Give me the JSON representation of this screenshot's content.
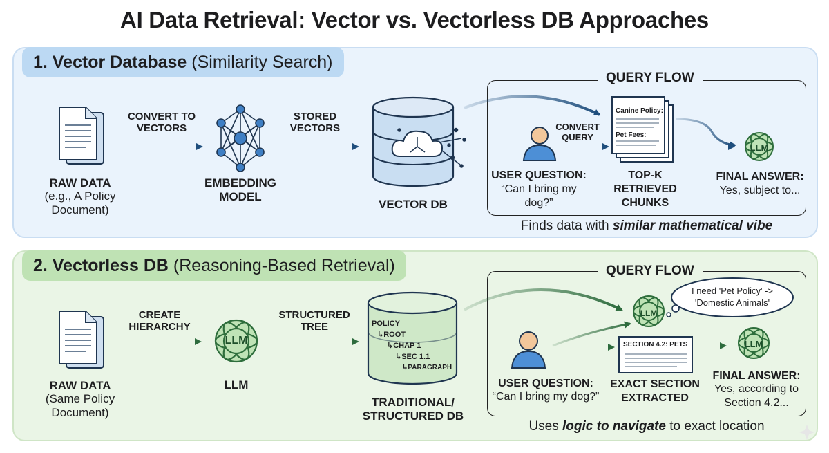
{
  "title": "AI Data Retrieval: Vector vs. Vectorless DB Approaches",
  "vector": {
    "label_bold": "1. Vector Database",
    "label_rest": "(Similarity Search)",
    "raw_data_title": "RAW DATA",
    "raw_data_sub": "(e.g., A Policy Document)",
    "arrow1_label": "CONVERT TO VECTORS",
    "embedding_label": "EMBEDDING MODEL",
    "arrow2_label": "STORED VECTORS",
    "db_label": "VECTOR DB",
    "query_flow": "QUERY FLOW",
    "convert_query": "CONVERT QUERY",
    "user_question_title": "USER QUESTION:",
    "user_question_text": "“Can I bring my dog?”",
    "chunk_line1": "Canine Policy:",
    "chunk_line2": "Pet Fees:",
    "chunks_label": "TOP-K RETRIEVED CHUNKS",
    "llm_label": "LLM",
    "final_answer_title": "FINAL ANSWER:",
    "final_answer_text": "Yes, subject to...",
    "footer_pre": "Finds data with",
    "footer_em": "similar mathematical vibe"
  },
  "vectorless": {
    "label_bold": "2. Vectorless DB",
    "label_rest": "(Reasoning-Based Retrieval)",
    "raw_data_title": "RAW DATA",
    "raw_data_sub": "(Same Policy Document)",
    "arrow1_label": "CREATE HIERARCHY",
    "llm_label": "LLM",
    "llm_caption": "LLM",
    "arrow2_label": "STRUCTURED TREE",
    "tree": [
      "POLICY",
      "↳ROOT",
      "↳CHAP 1",
      "↳SEC 1.1",
      "↳PARAGRAPH"
    ],
    "db_label": "TRADITIONAL/ STRUCTURED DB",
    "query_flow": "QUERY FLOW",
    "thought": "I need 'Pet Policy' -> 'Domestic Animals'",
    "llm_mid": "LLM",
    "section_text": "SECTION 4.2: PETS",
    "section_label": "EXACT SECTION EXTRACTED",
    "user_question_title": "USER QUESTION:",
    "user_question_text": "“Can I bring my dog?”",
    "llm_final": "LLM",
    "final_answer_title": "FINAL ANSWER:",
    "final_answer_text": "Yes, according to Section 4.2...",
    "footer_pre": "Uses",
    "footer_em": "logic to navigate",
    "footer_post": "to exact location"
  },
  "colors": {
    "blue_panel": "#eaf3fc",
    "blue_accent": "#1f4e7d",
    "green_panel": "#eaf5e6",
    "green_accent": "#2d6b3d"
  }
}
